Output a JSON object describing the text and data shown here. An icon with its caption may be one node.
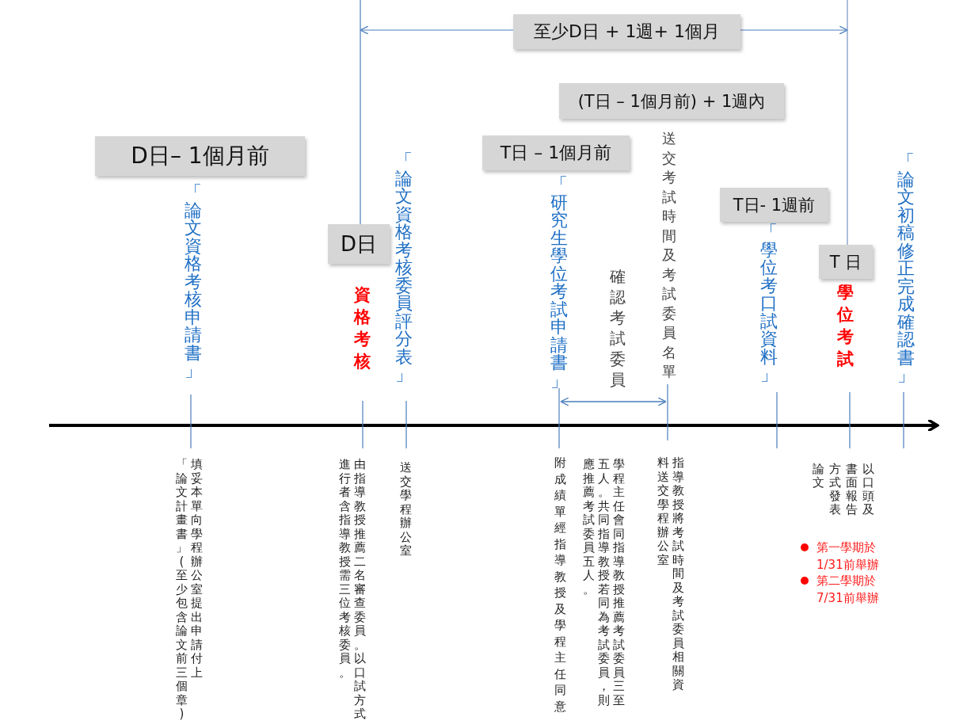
{
  "diagram": {
    "nodes": [
      {
        "text": [
          "至少D日 + 1週+ 1個月"
        ]
      },
      {
        "text": [
          "(T日 – 1個月前) + 1週內"
        ]
      },
      {
        "text": [
          "D日– 1個月前"
        ]
      },
      {
        "text": [
          "T日 – 1個月前"
        ]
      },
      {
        "text": [
          "T日- 1週前"
        ]
      },
      {
        "text": [
          "D日"
        ]
      },
      {
        "text": [
          "T 日"
        ]
      }
    ],
    "labels": [
      "「論文資格考核申請書」",
      "資格考核",
      "「論文資格考核委員評分表」",
      "「研究生學位考試申請書」",
      "確認考試委員",
      "送交考試時間及考試委員名單",
      "「學位考口試資料」",
      "學位考試",
      "「論文初稿修正完成確認書」",
      "填妥本單向學程辦公室提出申請付上「論文計畫書」(至少包含論文前三個章)",
      "由指導教授推薦二名審查委員。以口試方式進行者含指導教授需三位考核委員。",
      "送交學程辦公室",
      "附成績單經指導教授及學程主任同意",
      "學程主任會同指導教授推薦考試委員三至五人。共同指導教授若同為考試委員，則應推薦考試委員五人。",
      "指導教授將考試時間及考試委員相關資料送交學程辦公室",
      "以口頭及書面報告方式發表論文",
      "第一學期於1/31前舉辦",
      "第二學期於7/31前舉辦"
    ]
  }
}
